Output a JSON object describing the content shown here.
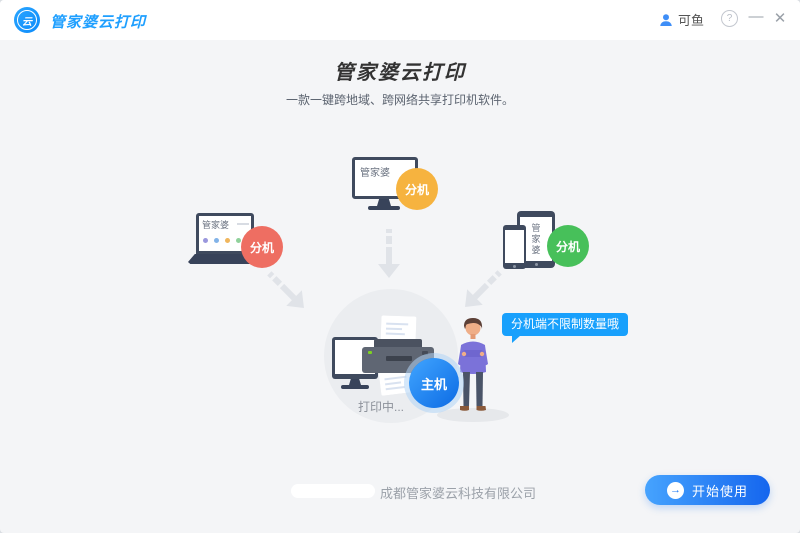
{
  "colors": {
    "accent_blue": "#1e9fff",
    "header_bg": "#ffffff",
    "main_bg": "#f4f5f7",
    "badge_orange": "#f6b33f",
    "badge_red": "#ee6e62",
    "badge_green": "#47c05a",
    "badge_host_blue": "#1a7ef2",
    "bubble_blue": "#18a0fc",
    "button_gradient_start": "#46a3fe",
    "button_gradient_end": "#1566ee",
    "device_frame_navy": "#3f4a5e",
    "scene_circle_gray": "#ebedf0"
  },
  "header": {
    "logo_glyph": "云",
    "app_title": "管家婆云打印",
    "user_name": "可鱼",
    "help_glyph": "?",
    "minimize_glyph": "—",
    "close_glyph": "✕"
  },
  "hero": {
    "title": "管家婆云打印",
    "subtitle": "一款一键跨地域、跨网络共享打印机软件。"
  },
  "illustration": {
    "desktop": {
      "screen_label": "管家婆",
      "badge": "分机"
    },
    "laptop": {
      "screen_label": "管家婆",
      "badge": "分机"
    },
    "mobile": {
      "screen_label": "管家婆",
      "badge": "分机"
    },
    "host": {
      "badge": "主机",
      "status_text": "打印中...",
      "bubble_text": "分机端不限制数量哦"
    }
  },
  "footer": {
    "company": "成都管家婆云科技有限公司",
    "start_button_label": "开始使用",
    "start_button_icon": "→"
  }
}
